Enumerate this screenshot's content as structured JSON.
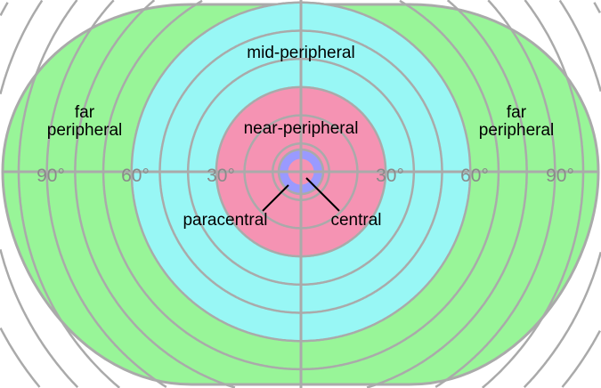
{
  "colors": {
    "far": "#98f598",
    "mid": "#98f7f5",
    "near": "#f593b3",
    "paracentral": "#9a9aff",
    "grid": "#aaaaaa",
    "degree_text": "#8a8a8a"
  },
  "regions": {
    "mid": "mid-peripheral",
    "near": "near-peripheral",
    "far_left_1": "far",
    "far_left_2": "peripheral",
    "far_right_1": "far",
    "far_right_2": "peripheral",
    "paracentral": "paracentral",
    "central": "central"
  },
  "degrees": {
    "left_90": "90°",
    "left_60": "60°",
    "left_30": "30°",
    "right_30": "30°",
    "right_60": "60°",
    "right_90": "90°"
  }
}
